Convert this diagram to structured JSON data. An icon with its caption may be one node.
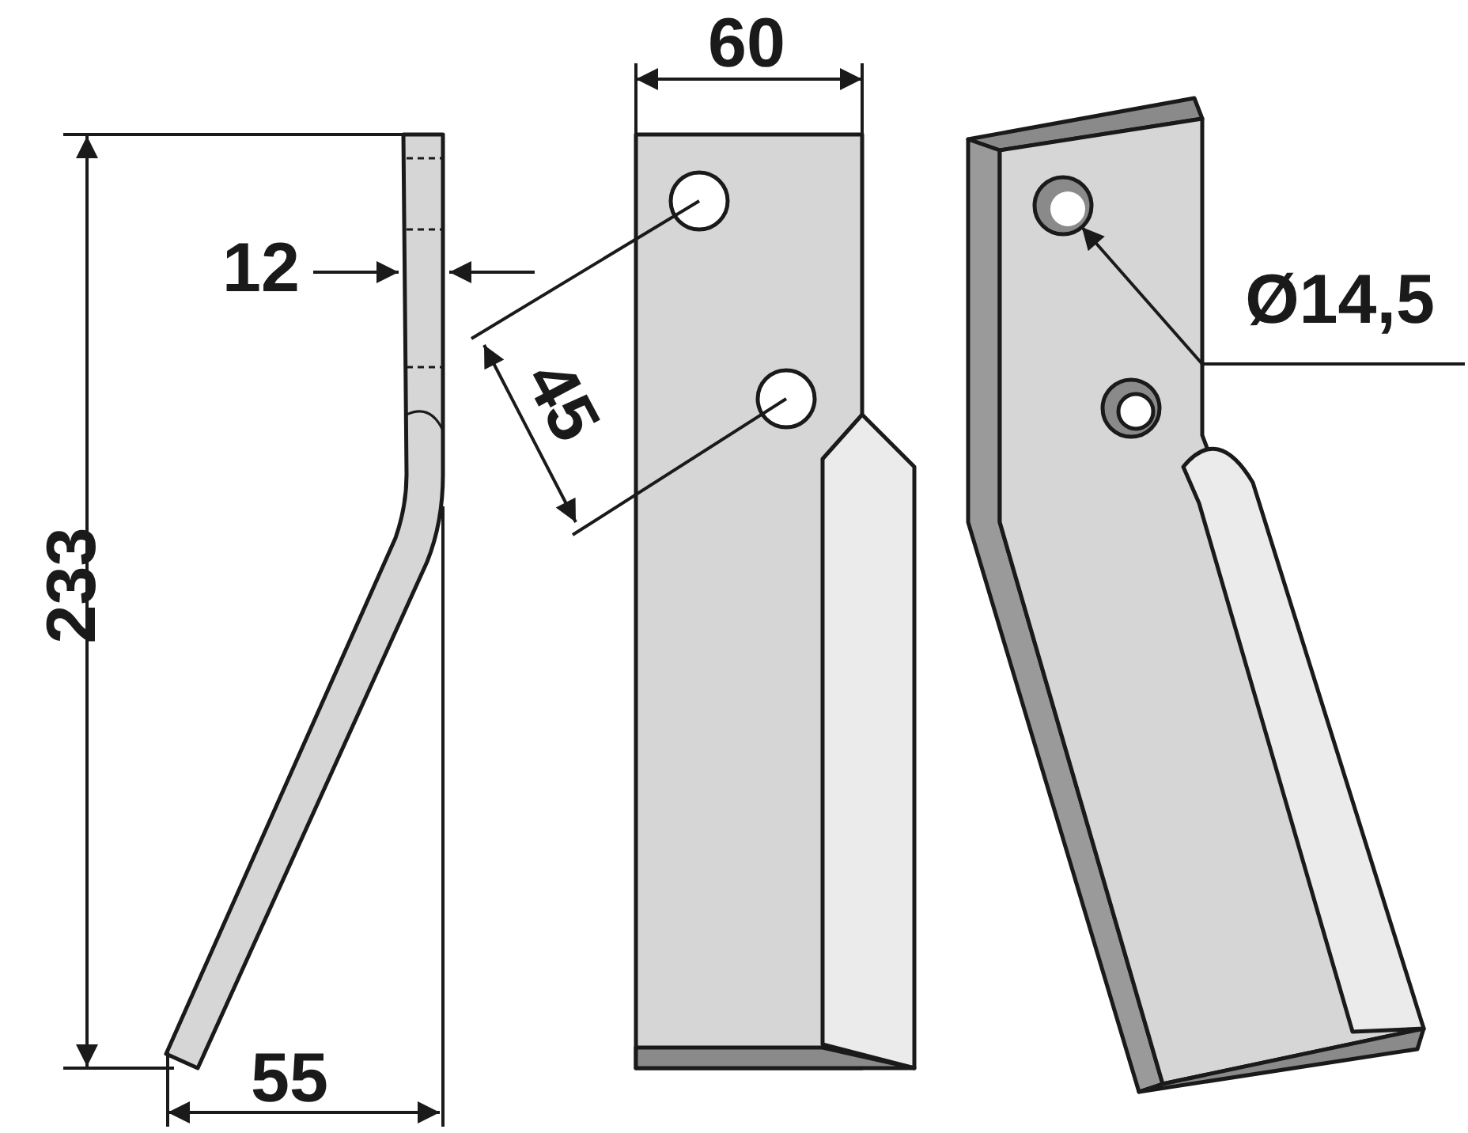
{
  "diagram": {
    "nodes": [
      {
        "text": [
          "Ø14,5"
        ]
      },
      {
        "text": [],
        "shape": "circle"
      }
    ],
    "edges": [
      {
        "from": 0,
        "to": 1,
        "arrow": "to"
      }
    ],
    "labels": [
      "60",
      "12",
      "45",
      "233",
      "55"
    ]
  }
}
